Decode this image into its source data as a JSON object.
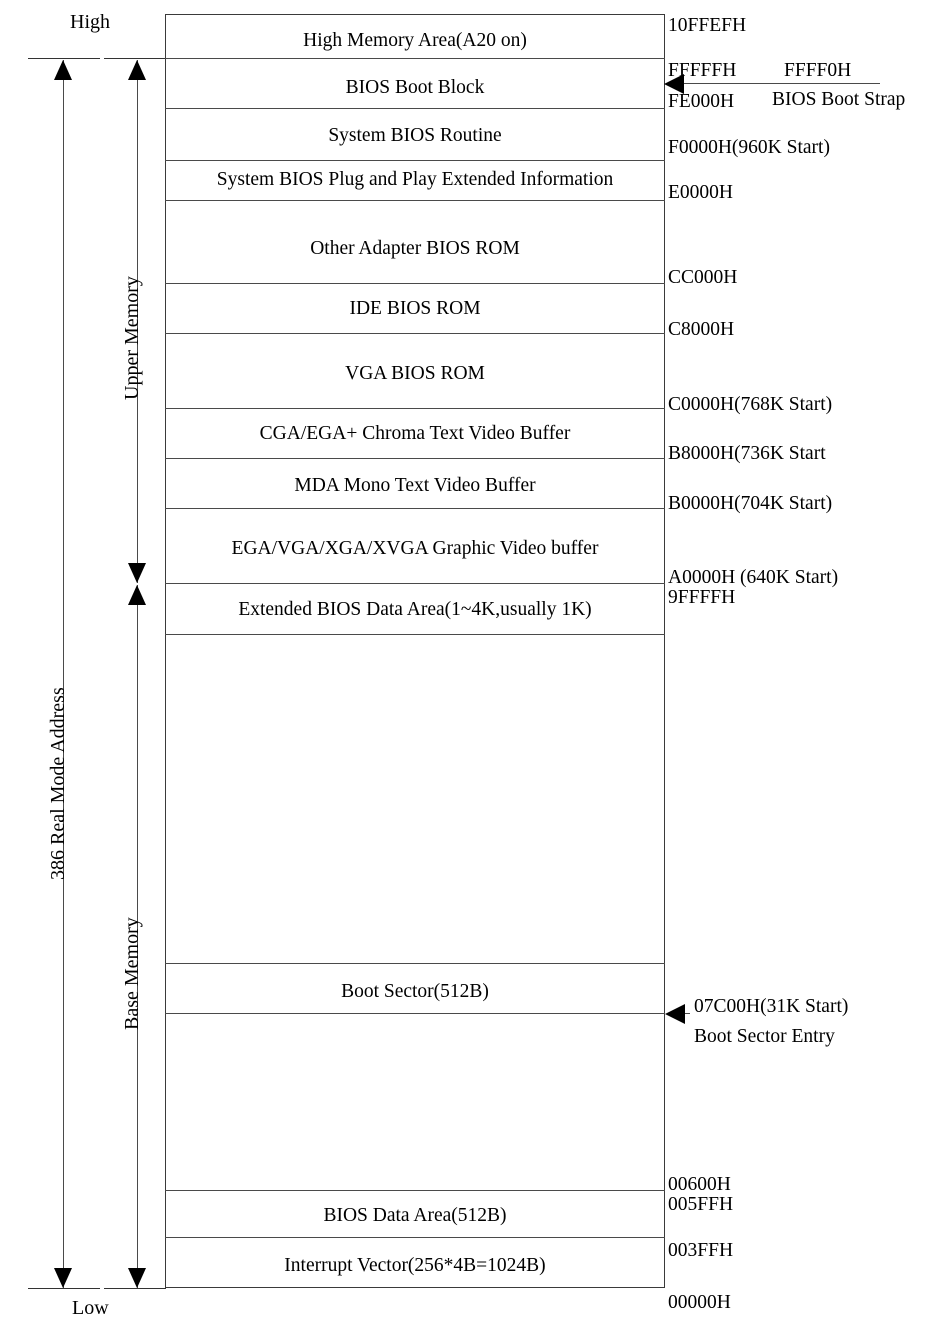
{
  "diagram": {
    "title": "386 Real Mode Address memory map",
    "scale_top_label": "High",
    "scale_bottom_label": "Low",
    "outer_range_label": "386 Real Mode Address",
    "upper_range_label": "Upper Memory",
    "lower_range_label": "Base Memory"
  },
  "segments": [
    {
      "label": "High Memory Area(A20 on)"
    },
    {
      "label": "BIOS Boot Block"
    },
    {
      "label": "System BIOS Routine"
    },
    {
      "label": "System BIOS Plug and Play Extended Information"
    },
    {
      "label": "Other Adapter BIOS ROM"
    },
    {
      "label": "IDE BIOS ROM"
    },
    {
      "label": "VGA BIOS ROM"
    },
    {
      "label": "CGA/EGA+ Chroma Text Video Buffer"
    },
    {
      "label": "MDA Mono Text Video Buffer"
    },
    {
      "label": "EGA/VGA/XGA/XVGA Graphic Video buffer"
    },
    {
      "label": "Extended BIOS Data Area(1~4K,usually 1K)"
    },
    {
      "label": ""
    },
    {
      "label": "Boot Sector(512B)"
    },
    {
      "label": ""
    },
    {
      "label": "BIOS Data Area(512B)"
    },
    {
      "label": "Interrupt Vector(256*4B=1024B)"
    }
  ],
  "addresses": [
    {
      "text": "10FFEFH"
    },
    {
      "text": "FFFFFH"
    },
    {
      "text": "FE000H"
    },
    {
      "text": "F0000H(960K Start)"
    },
    {
      "text": "E0000H"
    },
    {
      "text": "CC000H"
    },
    {
      "text": "C8000H"
    },
    {
      "text": "C0000H(768K Start)"
    },
    {
      "text": "B8000H(736K Start"
    },
    {
      "text": "B0000H(704K Start)"
    },
    {
      "text": "A0000H (640K Start)"
    },
    {
      "text": "9FFFFH"
    },
    {
      "text": "00600H"
    },
    {
      "text": "005FFH"
    },
    {
      "text": "003FFH"
    },
    {
      "text": "00000H"
    }
  ],
  "callouts": [
    {
      "address": "FFFF0H",
      "name": "BIOS Boot Strap"
    },
    {
      "address": "07C00H(31K Start)",
      "name": "Boot Sector Entry"
    }
  ]
}
